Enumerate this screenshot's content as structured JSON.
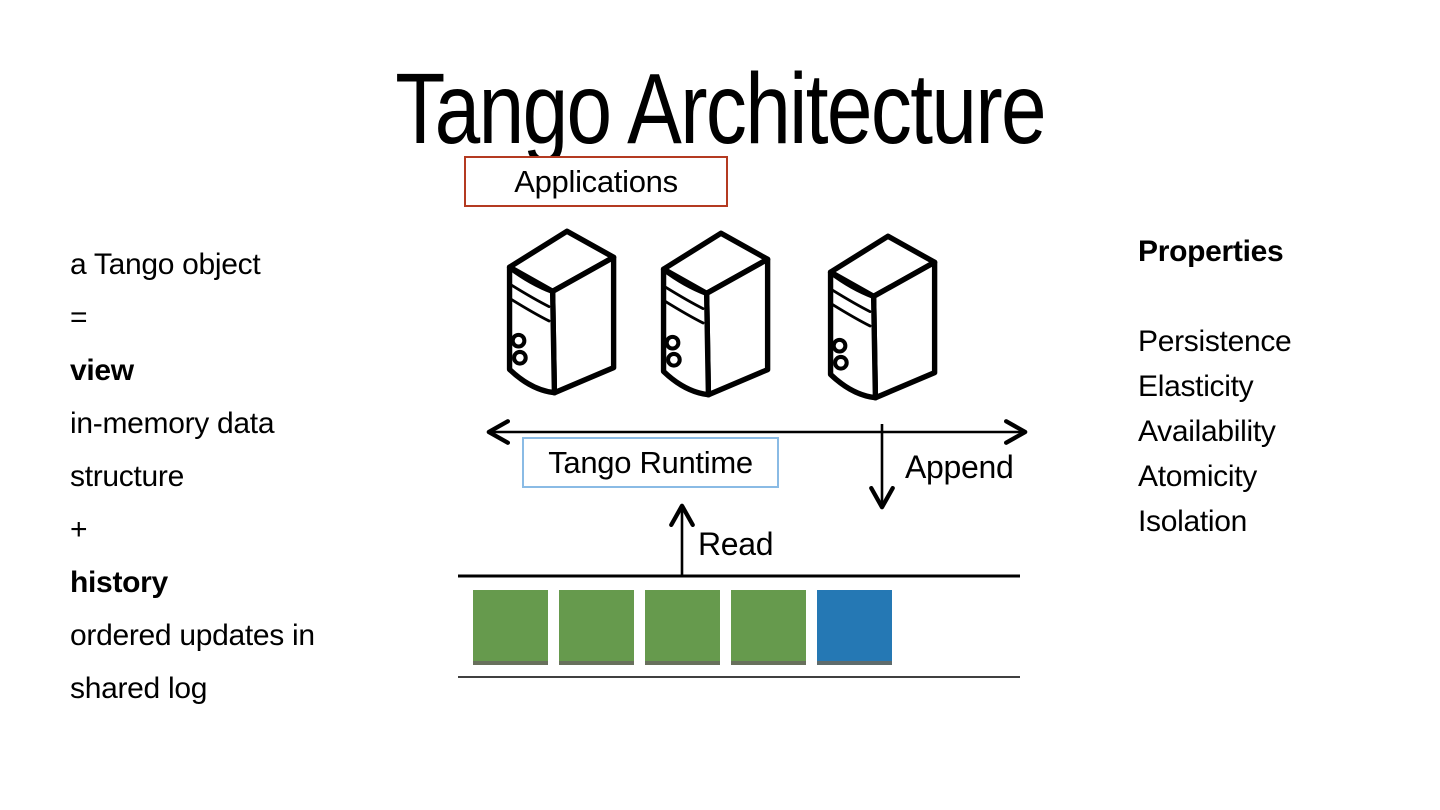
{
  "slide": {
    "title": "Tango Architecture"
  },
  "left_note": {
    "lines": [
      {
        "text": "a Tango object",
        "bold": false
      },
      {
        "text": "=",
        "bold": false
      },
      {
        "text": "view",
        "bold": true
      },
      {
        "text": "in-memory data",
        "bold": false
      },
      {
        "text": "structure",
        "bold": false
      },
      {
        "text": "+",
        "bold": false
      },
      {
        "text": "history",
        "bold": true
      },
      {
        "text": "ordered updates in",
        "bold": false
      },
      {
        "text": "shared log",
        "bold": false
      }
    ]
  },
  "properties_panel": {
    "heading": "Properties",
    "items": [
      "Persistence",
      "Elasticity",
      "Availability",
      "Atomicity",
      "Isolation"
    ]
  },
  "diagram": {
    "applications_label": "Applications",
    "runtime_label": "Tango Runtime",
    "append_label": "Append",
    "read_label": "Read",
    "server_count": 3,
    "log_segments": [
      "green",
      "green",
      "green",
      "green",
      "blue"
    ]
  },
  "colors": {
    "applications_border": "#b43a21",
    "runtime_border": "#8abbe5",
    "log_green": "#669a4d",
    "log_blue": "#2578b4",
    "line": "#000000"
  }
}
